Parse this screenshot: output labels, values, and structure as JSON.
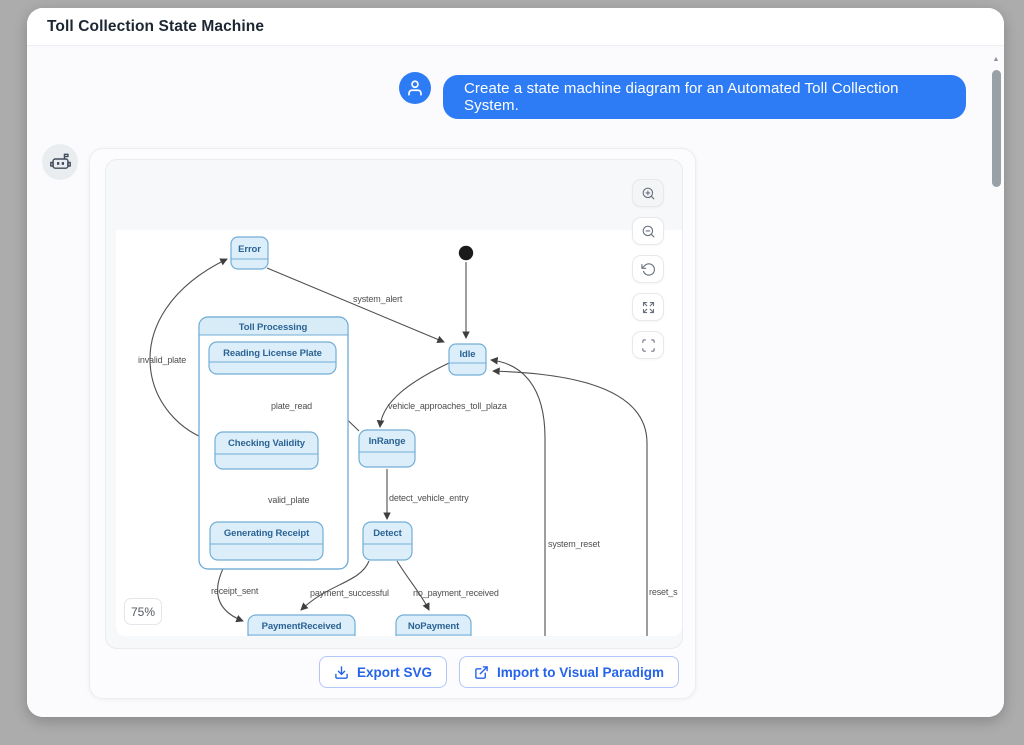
{
  "window": {
    "title": "Toll Collection State Machine"
  },
  "chat": {
    "user_message": "Create a state machine diagram for an Automated Toll Collection System."
  },
  "diagram": {
    "zoom_level": "75%",
    "states": {
      "error": "Error",
      "idle": "Idle",
      "toll_processing": "Toll Processing",
      "reading_license_plate": "Reading License Plate",
      "checking_validity": "Checking Validity",
      "generating_receipt": "Generating Receipt",
      "in_range": "InRange",
      "detect": "Detect",
      "payment_received": "PaymentReceived",
      "no_payment": "NoPayment"
    },
    "transitions": {
      "system_alert": "system_alert",
      "invalid_plate": "invalid_plate",
      "plate_read": "plate_read",
      "vehicle_approaches_toll_plaza": "vehicle_approaches_toll_plaza",
      "valid_plate": "valid_plate",
      "detect_vehicle_entry": "detect_vehicle_entry",
      "system_reset": "system_reset",
      "receipt_sent": "receipt_sent",
      "payment_successful": "payment_successful",
      "no_payment_received": "no_payment_received",
      "reset_clipped": "reset_s"
    }
  },
  "actions": {
    "export_svg": "Export SVG",
    "import_vp": "Import to Visual Paradigm"
  },
  "icons": {
    "scroll_up": "▲"
  },
  "colors": {
    "accent_blue": "#2e7cf5",
    "button_blue": "#2563eb",
    "state_fill": "#dceefa",
    "state_border": "#72aed6",
    "state_text": "#2b6394",
    "edge": "#4f4f4f"
  }
}
